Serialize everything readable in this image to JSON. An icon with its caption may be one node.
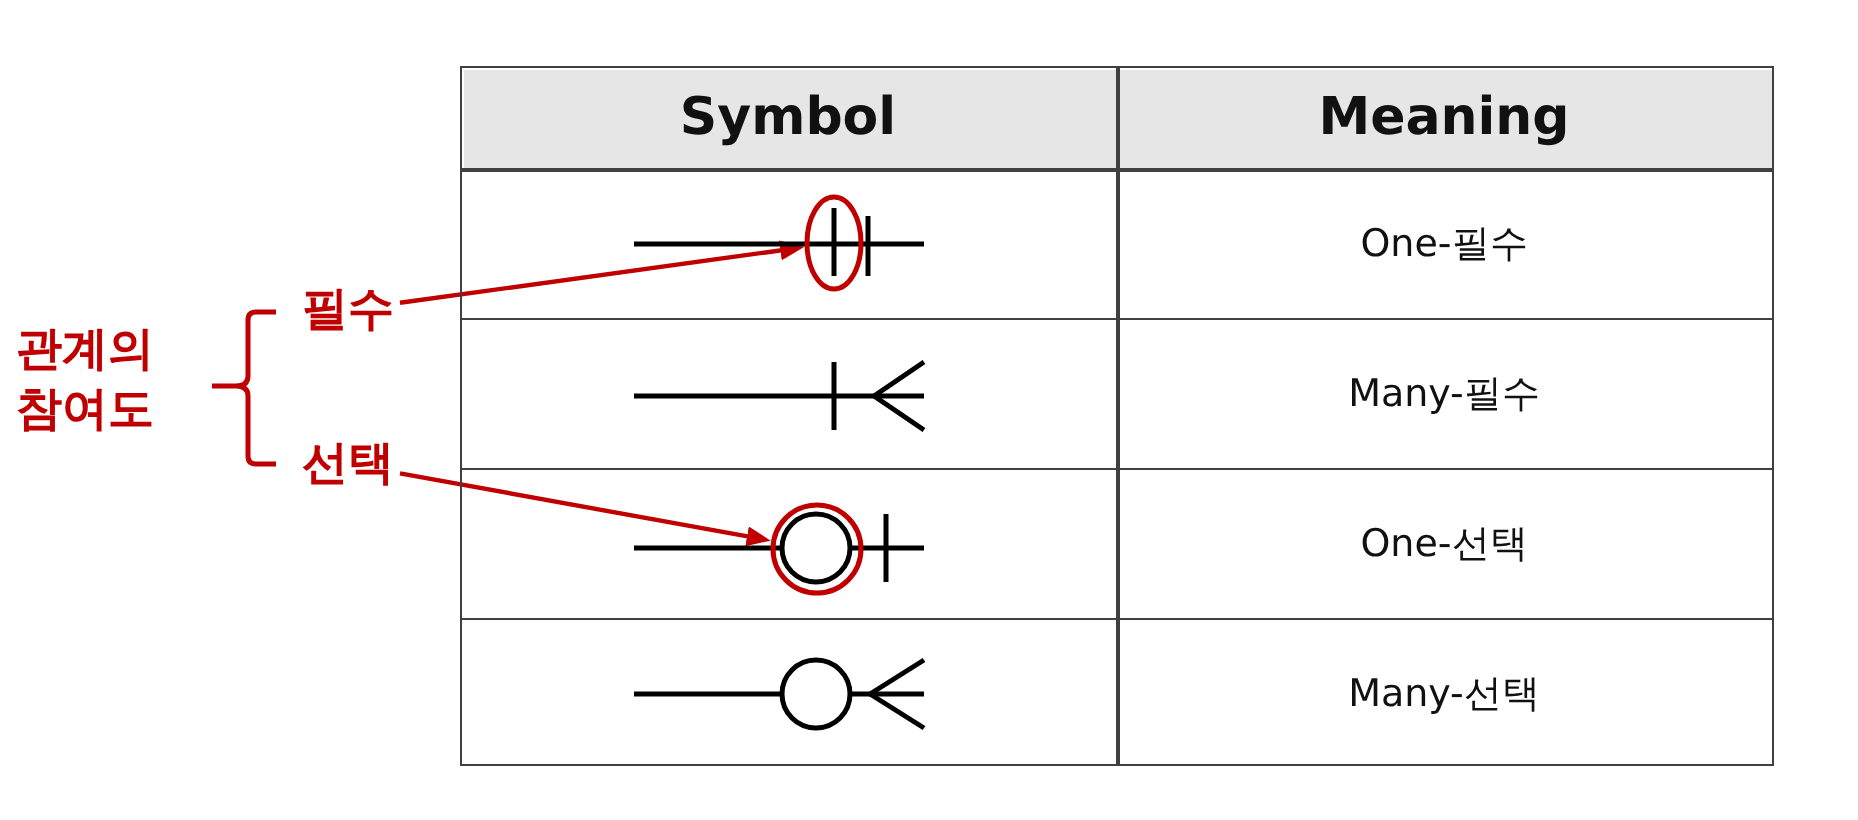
{
  "diagram": {
    "nodes": [
      {
        "text": [],
        "shape": "ellipse"
      },
      {
        "text": [
          "필수"
        ]
      },
      {
        "text": [
          "선택"
        ]
      },
      {
        "text": [],
        "shape": "circle"
      }
    ],
    "edges": [
      {
        "from": 1,
        "to": 0,
        "arrow": "to"
      },
      {
        "from": 2,
        "to": 3,
        "arrow": "to"
      }
    ],
    "labels": [
      "Symbol",
      "Meaning",
      "One-필수",
      "Many-필수",
      "One-선택",
      "Many-선택",
      "관계의 참여도"
    ]
  }
}
